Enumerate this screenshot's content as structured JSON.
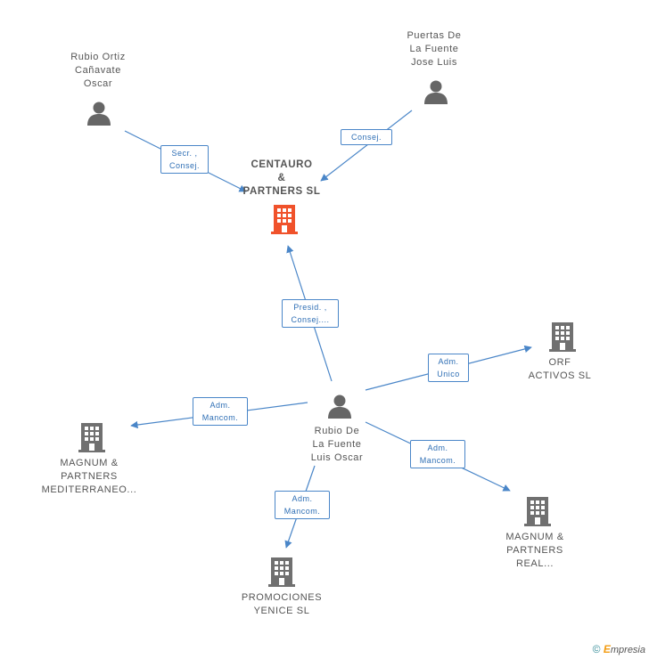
{
  "nodes": {
    "centauro": {
      "label": "CENTAURO\n&\nPARTNERS SL",
      "type": "company-focus"
    },
    "rubio_ortiz": {
      "label": "Rubio Ortiz\nCañavate\nOscar",
      "type": "person"
    },
    "puertas": {
      "label": "Puertas De\nLa Fuente\nJose Luis",
      "type": "person"
    },
    "rubio_fuente": {
      "label": "Rubio De\nLa Fuente\nLuis Oscar",
      "type": "person"
    },
    "orf": {
      "label": "ORF\nACTIVOS SL",
      "type": "company"
    },
    "magnum_med": {
      "label": "MAGNUM &\nPARTNERS\nMEDITERRANEO...",
      "type": "company"
    },
    "promociones": {
      "label": "PROMOCIONES\nYENICE SL",
      "type": "company"
    },
    "magnum_real": {
      "label": "MAGNUM &\nPARTNERS\nREAL...",
      "type": "company"
    }
  },
  "edges": {
    "rubio_ortiz_centauro": "Secr. ,\nConsej.",
    "puertas_centauro": "Consej.",
    "rubio_fuente_centauro": "Presid. ,\nConsej....",
    "rubio_fuente_orf": "Adm.\nUnico",
    "rubio_fuente_magnum_med": "Adm.\nMancom.",
    "rubio_fuente_promociones": "Adm.\nMancom.",
    "rubio_fuente_magnum_real": "Adm.\nMancom."
  },
  "colors": {
    "edge": "#4a86c8",
    "focus_building": "#f0522b",
    "building": "#707070",
    "person": "#666666"
  },
  "footer": {
    "copyright": "©",
    "brand_e": "E",
    "brand_rest": "mpresia"
  }
}
